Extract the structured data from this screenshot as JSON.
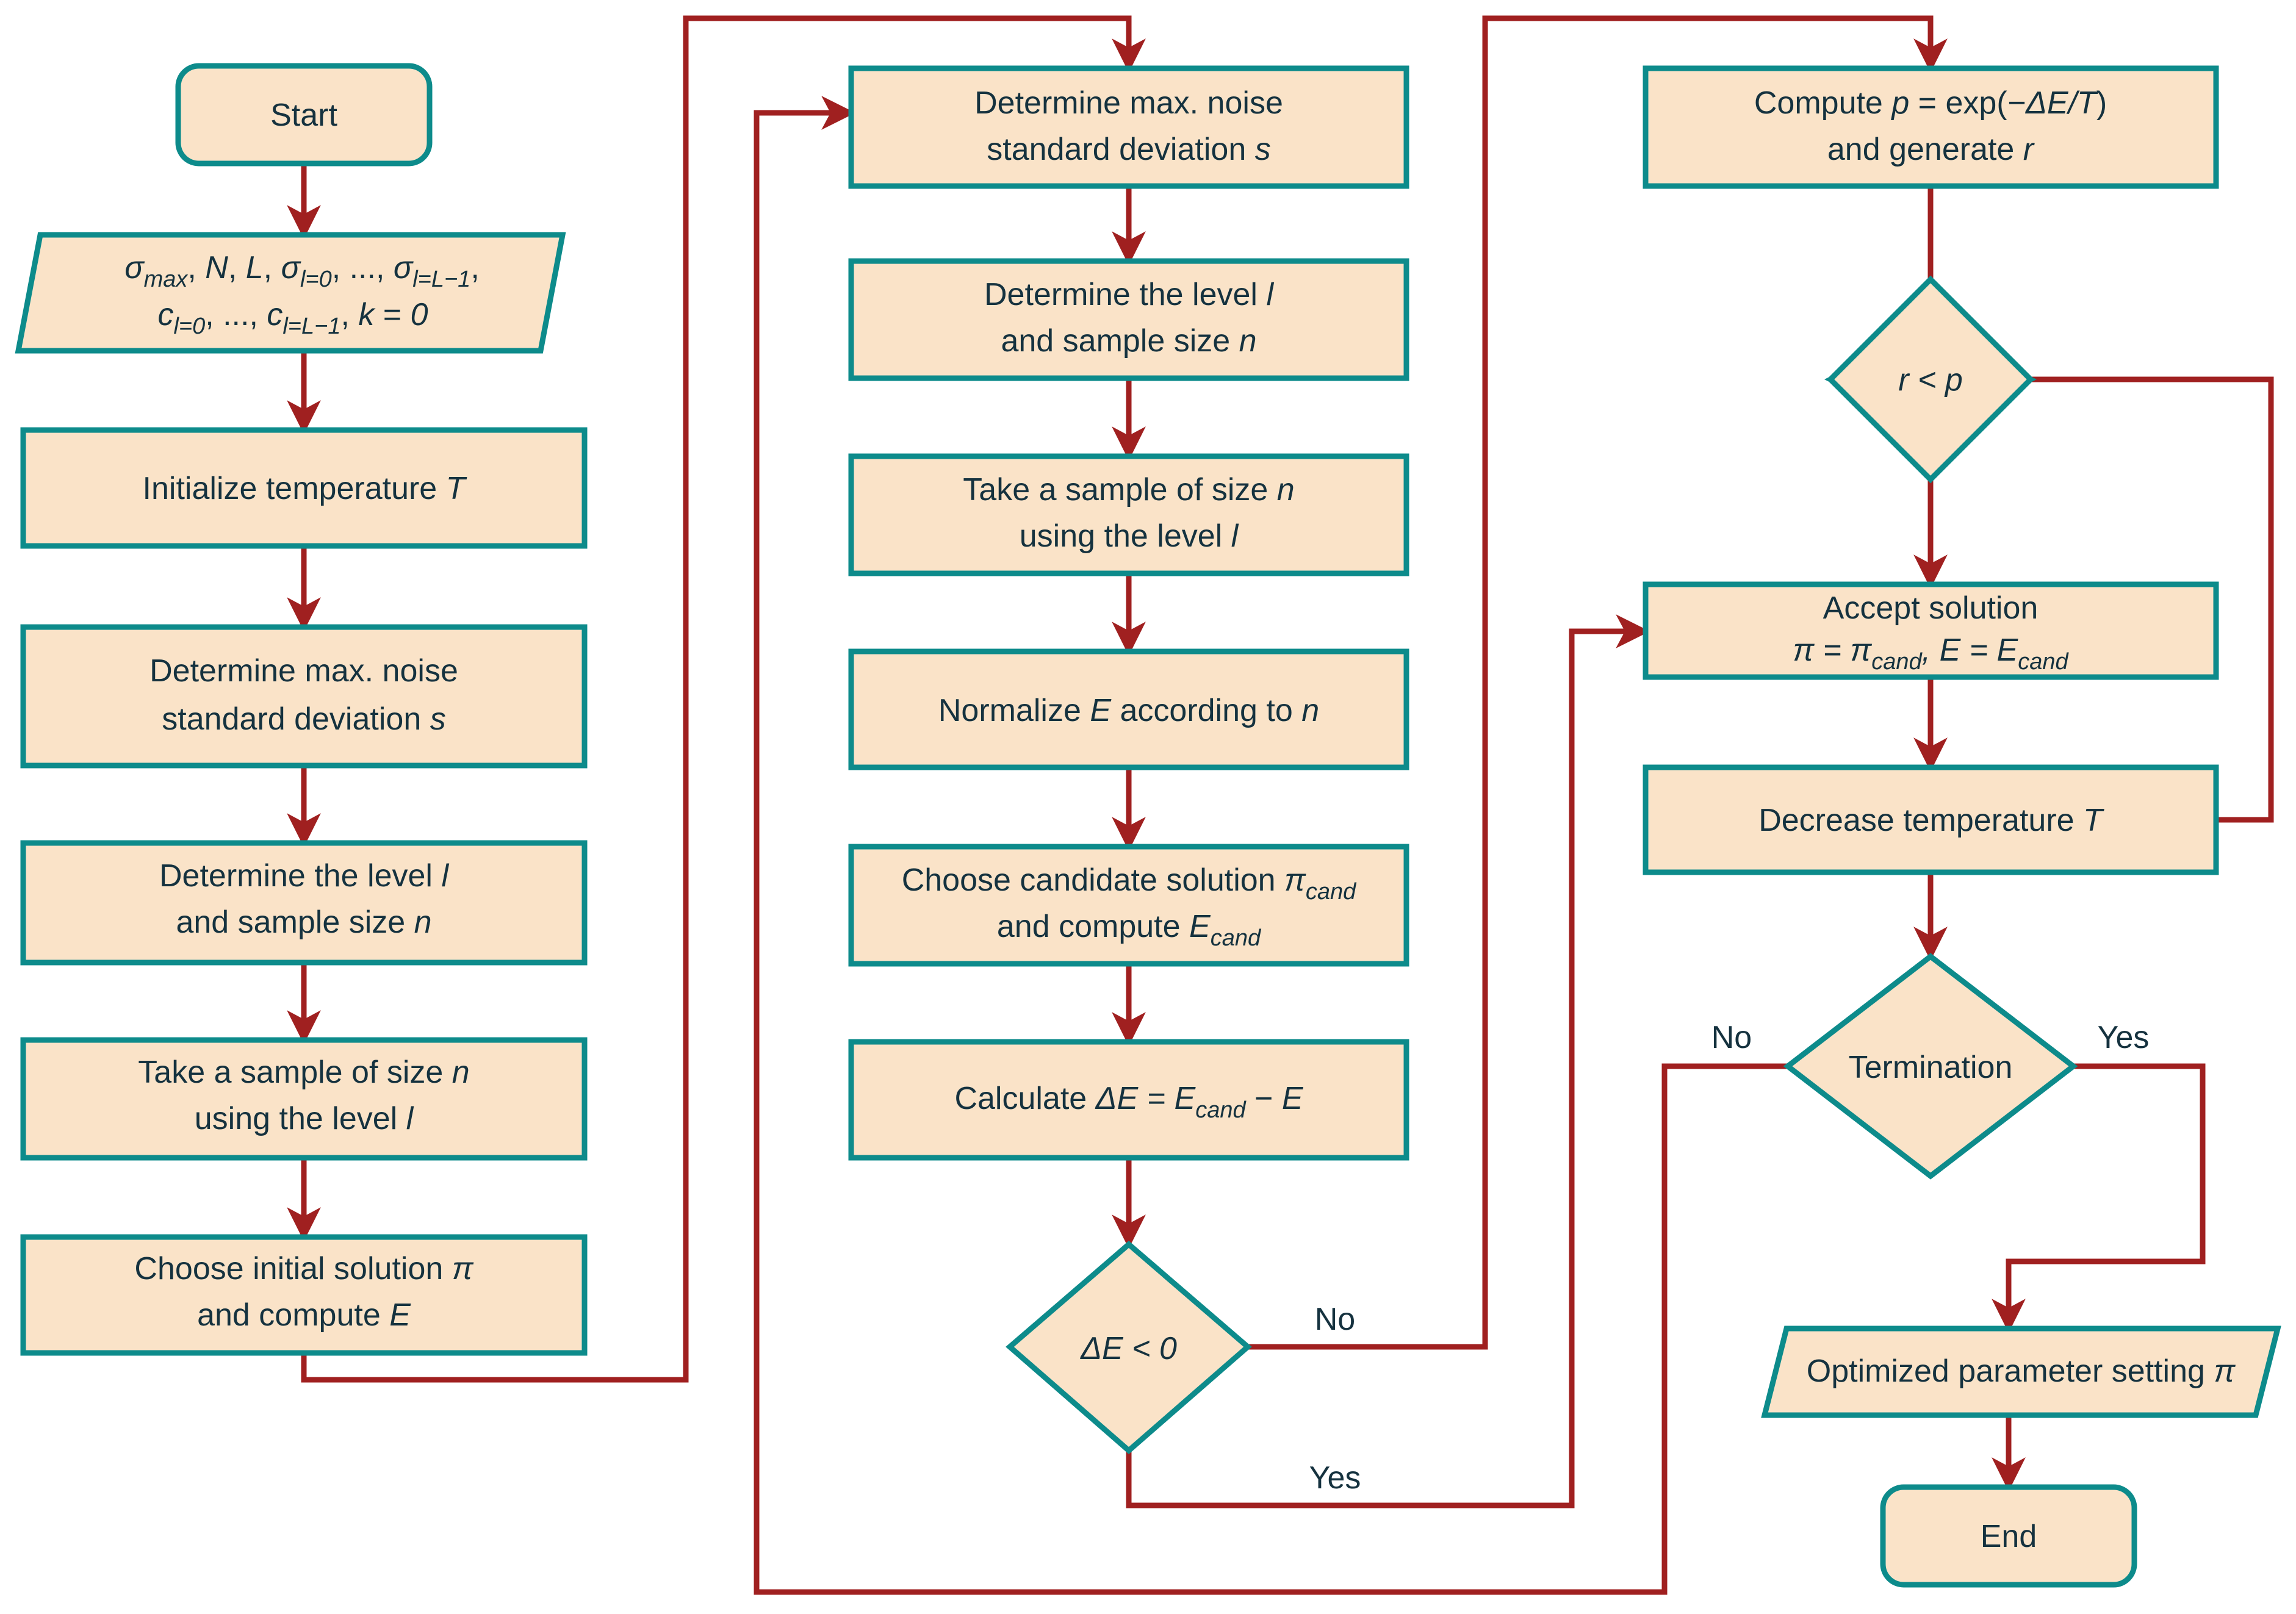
{
  "theme": {
    "node_fill": "#fae3c8",
    "node_stroke": "#0d8b8b",
    "edge_color": "#a02020",
    "text_color": "#15323f",
    "background": "#ffffff"
  },
  "diagram": {
    "type": "flowchart",
    "title": "Simulated annealing parameter optimization flowchart"
  },
  "nodes": {
    "start": {
      "shape": "terminator",
      "label": "Start"
    },
    "inputs": {
      "shape": "parallelogram",
      "line1_parts": [
        {
          "t": "σ",
          "i": true
        },
        {
          "t": "max",
          "sub": true
        },
        {
          "t": ", ",
          "i": false
        },
        {
          "t": "N",
          "i": true
        },
        {
          "t": ", ",
          "i": false
        },
        {
          "t": "L",
          "i": true
        },
        {
          "t": ", ",
          "i": false
        },
        {
          "t": "σ",
          "i": true
        },
        {
          "t": "l=0",
          "sub": true
        },
        {
          "t": ", ..., ",
          "i": false
        },
        {
          "t": "σ",
          "i": true
        },
        {
          "t": "l=L−1",
          "sub": true
        },
        {
          "t": ",",
          "i": false
        }
      ],
      "line2_parts": [
        {
          "t": "c",
          "i": true
        },
        {
          "t": "l=0",
          "sub": true
        },
        {
          "t": ", ..., ",
          "i": false
        },
        {
          "t": "c",
          "i": true
        },
        {
          "t": "l=L−1",
          "sub": true
        },
        {
          "t": ", ",
          "i": false
        },
        {
          "t": "k = 0",
          "i": true
        }
      ],
      "text_plain": "σmax, N, L, σl=0, ..., σl=L−1, cl=0, ..., cl=L−1, k = 0"
    },
    "init_temp": {
      "shape": "process",
      "line1": "Initialize temperature ",
      "line1_italic": "T"
    },
    "max_noise_left": {
      "shape": "process",
      "line1": "Determine max. noise",
      "line2": "standard deviation ",
      "line2_italic": "s"
    },
    "level_left": {
      "shape": "process",
      "line1": "Determine the level ",
      "line1_italic": "l",
      "line2": "and sample size ",
      "line2_italic": "n"
    },
    "sample_left": {
      "shape": "process",
      "line1": "Take a sample of size ",
      "line1_italic": "n",
      "line2": "using the level ",
      "line2_italic": "l"
    },
    "init_solution": {
      "shape": "process",
      "line1": "Choose initial solution ",
      "line1_italic": "π",
      "line2": "and compute ",
      "line2_italic": "E"
    },
    "max_noise_mid": {
      "shape": "process",
      "line1": "Determine max. noise",
      "line2": "standard deviation ",
      "line2_italic": "s"
    },
    "level_mid": {
      "shape": "process",
      "line1": "Determine the level ",
      "line1_italic": "l",
      "line2": "and sample size ",
      "line2_italic": "n"
    },
    "sample_mid": {
      "shape": "process",
      "line1": "Take a sample of size ",
      "line1_italic": "n",
      "line2": "using the level ",
      "line2_italic": "l"
    },
    "normalize": {
      "shape": "process",
      "pre": "Normalize ",
      "italic": "E",
      "post": " according to ",
      "italic2": "n"
    },
    "candidate": {
      "shape": "process",
      "line1": "Choose candidate solution ",
      "line1_italic": "π",
      "line1_sub": "cand",
      "line2": "and compute ",
      "line2_italic": "E",
      "line2_sub": "cand"
    },
    "calc_delta": {
      "shape": "process",
      "pre": "Calculate ",
      "italic": "ΔE = E",
      "sub": "cand",
      "post": " − ",
      "italic2": "E"
    },
    "delta_decision": {
      "shape": "decision",
      "label": "ΔE < 0",
      "yes": "Yes",
      "no": "No"
    },
    "compute_p": {
      "shape": "process",
      "line1": "Compute ",
      "line1_italic": "p",
      "line1_mid": " = exp(",
      "line1_italic2": "−ΔE/T",
      "line1_end": ")",
      "line2": "and generate ",
      "line2_italic": "r"
    },
    "r_decision": {
      "shape": "decision",
      "label": "r < p"
    },
    "accept": {
      "shape": "process",
      "line1": "Accept solution",
      "line2_pre": "π = π",
      "line2_sub": "cand",
      "line2_mid": ", E = E",
      "line2_sub2": "cand"
    },
    "decrease_temp": {
      "shape": "process",
      "pre": "Decrease temperature ",
      "italic": "T"
    },
    "termination": {
      "shape": "decision",
      "label": "Termination",
      "yes": "Yes",
      "no": "No"
    },
    "output": {
      "shape": "parallelogram",
      "pre": "Optimized parameter setting ",
      "italic": "π"
    },
    "end": {
      "shape": "terminator",
      "label": "End"
    }
  },
  "edge_labels": {
    "delta_no": "No",
    "delta_yes": "Yes",
    "term_no": "No",
    "term_yes": "Yes"
  }
}
